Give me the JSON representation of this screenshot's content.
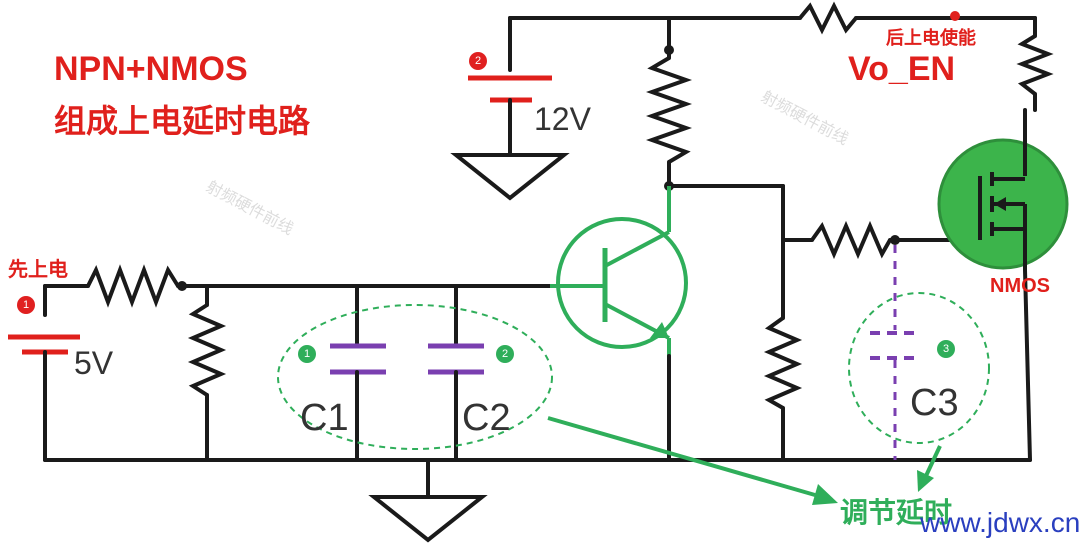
{
  "title": {
    "line1": "NPN+NMOS",
    "line2": "组成上电延时电路"
  },
  "labels": {
    "first_power": "先上电",
    "later_power": "后上电使能",
    "vo_en": "Vo_EN",
    "v5": "5V",
    "v12": "12V",
    "nmos": "NMOS",
    "c1": "C1",
    "c2": "C2",
    "c3": "C3",
    "adjust_delay": "调节延时",
    "watermark": "射频硬件前线",
    "site": "www.jdwx.cn"
  },
  "badges": {
    "source1": "1",
    "source2": "2",
    "cap1": "1",
    "cap2": "2",
    "cap3": "3"
  },
  "colors": {
    "wire": "#1a1a1a",
    "red": "#e0201c",
    "green": "#2fae5a",
    "capacitor": "#7a3fb0",
    "site": "#2a3fbf"
  }
}
